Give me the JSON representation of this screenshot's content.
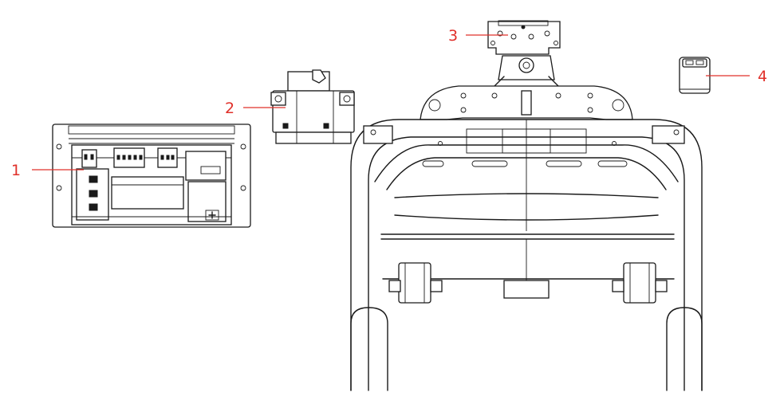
{
  "diagram": {
    "callouts": [
      {
        "label": "1",
        "part": "control-box"
      },
      {
        "label": "2",
        "part": "circuit-breaker"
      },
      {
        "label": "3",
        "part": "mounting-bracket"
      },
      {
        "label": "4",
        "part": "connector-cap"
      }
    ],
    "colors": {
      "line": "#1a1a1a",
      "callout": "#e0302a",
      "background": "#ffffff"
    }
  }
}
